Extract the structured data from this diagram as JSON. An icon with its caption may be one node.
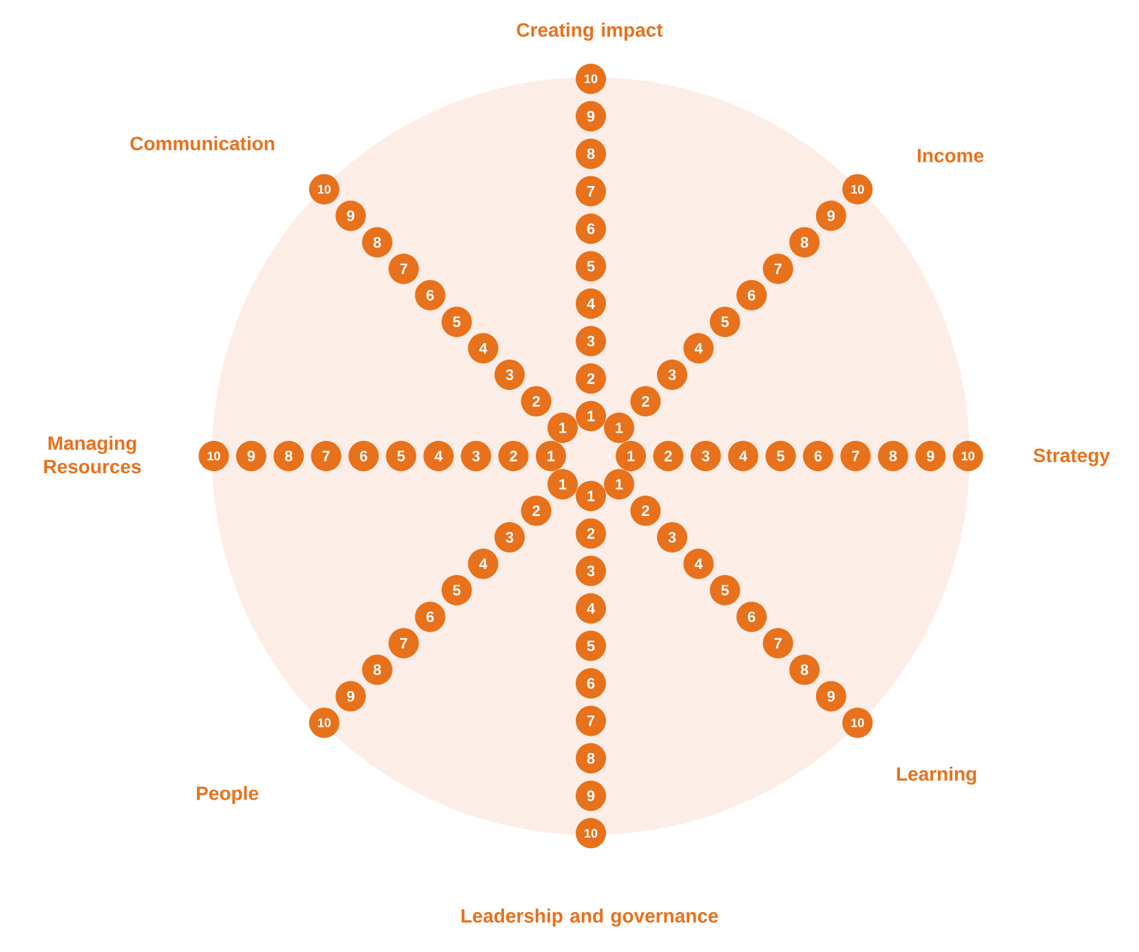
{
  "diagram": {
    "nodes": [
      {
        "text": [
          "1"
        ]
      },
      {
        "text": [
          "2"
        ]
      },
      {
        "text": [
          "3"
        ]
      },
      {
        "text": [
          "4"
        ]
      },
      {
        "text": [
          "5"
        ]
      },
      {
        "text": [
          "6"
        ]
      },
      {
        "text": [
          "7"
        ]
      },
      {
        "text": [
          "8"
        ]
      },
      {
        "text": [
          "9"
        ]
      },
      {
        "text": [
          "10"
        ]
      },
      {
        "text": [
          "1"
        ]
      },
      {
        "text": [
          "2"
        ]
      },
      {
        "text": [
          "3"
        ]
      },
      {
        "text": [
          "4"
        ]
      },
      {
        "text": [
          "5"
        ]
      },
      {
        "text": [
          "6"
        ]
      },
      {
        "text": [
          "7"
        ]
      },
      {
        "text": [
          "8"
        ]
      },
      {
        "text": [
          "9"
        ]
      },
      {
        "text": [
          "10"
        ]
      },
      {
        "text": [
          "1"
        ]
      },
      {
        "text": [
          "2"
        ]
      },
      {
        "text": [
          "3"
        ]
      },
      {
        "text": [
          "4"
        ]
      },
      {
        "text": [
          "5"
        ]
      },
      {
        "text": [
          "6"
        ]
      },
      {
        "text": [
          "7"
        ]
      },
      {
        "text": [
          "8"
        ]
      },
      {
        "text": [
          "9"
        ]
      },
      {
        "text": [
          "10"
        ]
      },
      {
        "text": [
          "1"
        ]
      },
      {
        "text": [
          "2"
        ]
      },
      {
        "text": [
          "3"
        ]
      },
      {
        "text": [
          "4"
        ]
      },
      {
        "text": [
          "5"
        ]
      },
      {
        "text": [
          "6"
        ]
      },
      {
        "text": [
          "7"
        ]
      },
      {
        "text": [
          "8"
        ]
      },
      {
        "text": [
          "9"
        ]
      },
      {
        "text": [
          "10"
        ]
      },
      {
        "text": [
          "1"
        ]
      },
      {
        "text": [
          "2"
        ]
      },
      {
        "text": [
          "3"
        ]
      },
      {
        "text": [
          "4"
        ]
      },
      {
        "text": [
          "5"
        ]
      },
      {
        "text": [
          "6"
        ]
      },
      {
        "text": [
          "7"
        ]
      },
      {
        "text": [
          "8"
        ]
      },
      {
        "text": [
          "9"
        ]
      },
      {
        "text": [
          "10"
        ]
      },
      {
        "text": [
          "1"
        ]
      },
      {
        "text": [
          "2"
        ]
      },
      {
        "text": [
          "3"
        ]
      },
      {
        "text": [
          "4"
        ]
      },
      {
        "text": [
          "5"
        ]
      },
      {
        "text": [
          "6"
        ]
      },
      {
        "text": [
          "7"
        ]
      },
      {
        "text": [
          "8"
        ]
      },
      {
        "text": [
          "9"
        ]
      },
      {
        "text": [
          "10"
        ]
      },
      {
        "text": [
          "1"
        ]
      },
      {
        "text": [
          "2"
        ]
      },
      {
        "text": [
          "3"
        ]
      },
      {
        "text": [
          "4"
        ]
      },
      {
        "text": [
          "5"
        ]
      },
      {
        "text": [
          "6"
        ]
      },
      {
        "text": [
          "7"
        ]
      },
      {
        "text": [
          "8"
        ]
      },
      {
        "text": [
          "9"
        ]
      },
      {
        "text": [
          "10"
        ]
      },
      {
        "text": [
          "1"
        ]
      },
      {
        "text": [
          "2"
        ]
      },
      {
        "text": [
          "3"
        ]
      },
      {
        "text": [
          "4"
        ]
      },
      {
        "text": [
          "5"
        ]
      },
      {
        "text": [
          "6"
        ]
      },
      {
        "text": [
          "7"
        ]
      },
      {
        "text": [
          "8"
        ]
      },
      {
        "text": [
          "9"
        ]
      },
      {
        "text": [
          "10"
        ]
      }
    ],
    "labels": [
      "Creating impact",
      "Communication",
      "Income",
      "Managing Resources",
      "Strategy",
      "People",
      "Learning",
      "Leadership and governance"
    ]
  }
}
